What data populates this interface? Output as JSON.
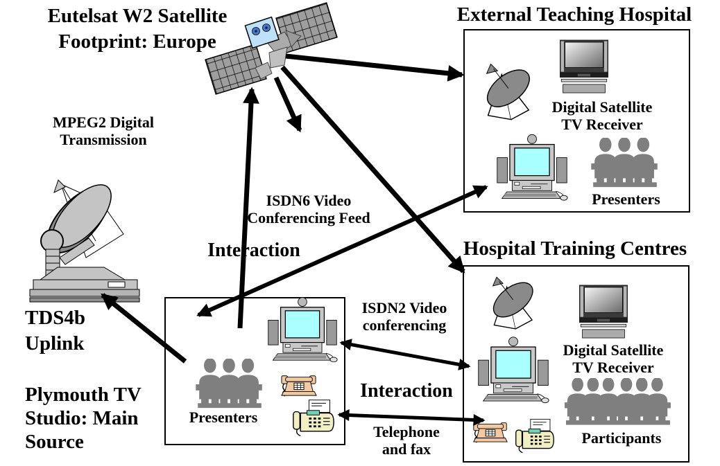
{
  "labels": {
    "eutelsat": {
      "line1": "Eutelsat W2 Satellite",
      "line2": "Footprint: Europe"
    },
    "mpeg2": {
      "line1": "MPEG2 Digital",
      "line2": "Transmission"
    },
    "isdn6": {
      "line1": "ISDN6 Video",
      "line2": "Conferencing Feed"
    },
    "interaction_upper": "Interaction",
    "tds4b": {
      "line1": "TDS4b",
      "line2": "Uplink"
    },
    "plymouth": {
      "line1": "Plymouth TV",
      "line2": "Studio: Main",
      "line3": "Source"
    },
    "isdn2": {
      "line1": "ISDN2 Video",
      "line2": "conferencing"
    },
    "interaction_lower": "Interaction",
    "telephone_fax": {
      "line1": "Telephone",
      "line2": "and fax"
    }
  },
  "external_hospital": {
    "title": "External Teaching Hospital",
    "receiver": {
      "line1": "Digital Satellite",
      "line2": "TV Receiver"
    },
    "people_label": "Presenters"
  },
  "training_centres": {
    "title": "Hospital Training Centres",
    "receiver": {
      "line1": "Digital Satellite",
      "line2": "TV Receiver"
    },
    "people_label": "Participants"
  },
  "plymouth_studio": {
    "people_label": "Presenters"
  },
  "icons": [
    "satellite-icon",
    "uplink-dish-icon",
    "satellite-dish-icon",
    "tv-receiver-icon",
    "computer-icon",
    "people-group-icon",
    "telephone-icon",
    "fax-icon"
  ],
  "colors": {
    "people_gray": "#7F7F7F",
    "panel_gray": "#9E9E9E",
    "dish_gray": "#8A8A8A",
    "equipment_gray": "#C8C8C8",
    "screen_cyan": "#AAFFFF",
    "satellite_body_blue": "#BEE0F8",
    "phone_tan": "#F2C9A0",
    "fax_cream": "#F3EFC5",
    "display_teal": "#6FD0B8",
    "arrow_black": "#000000"
  }
}
